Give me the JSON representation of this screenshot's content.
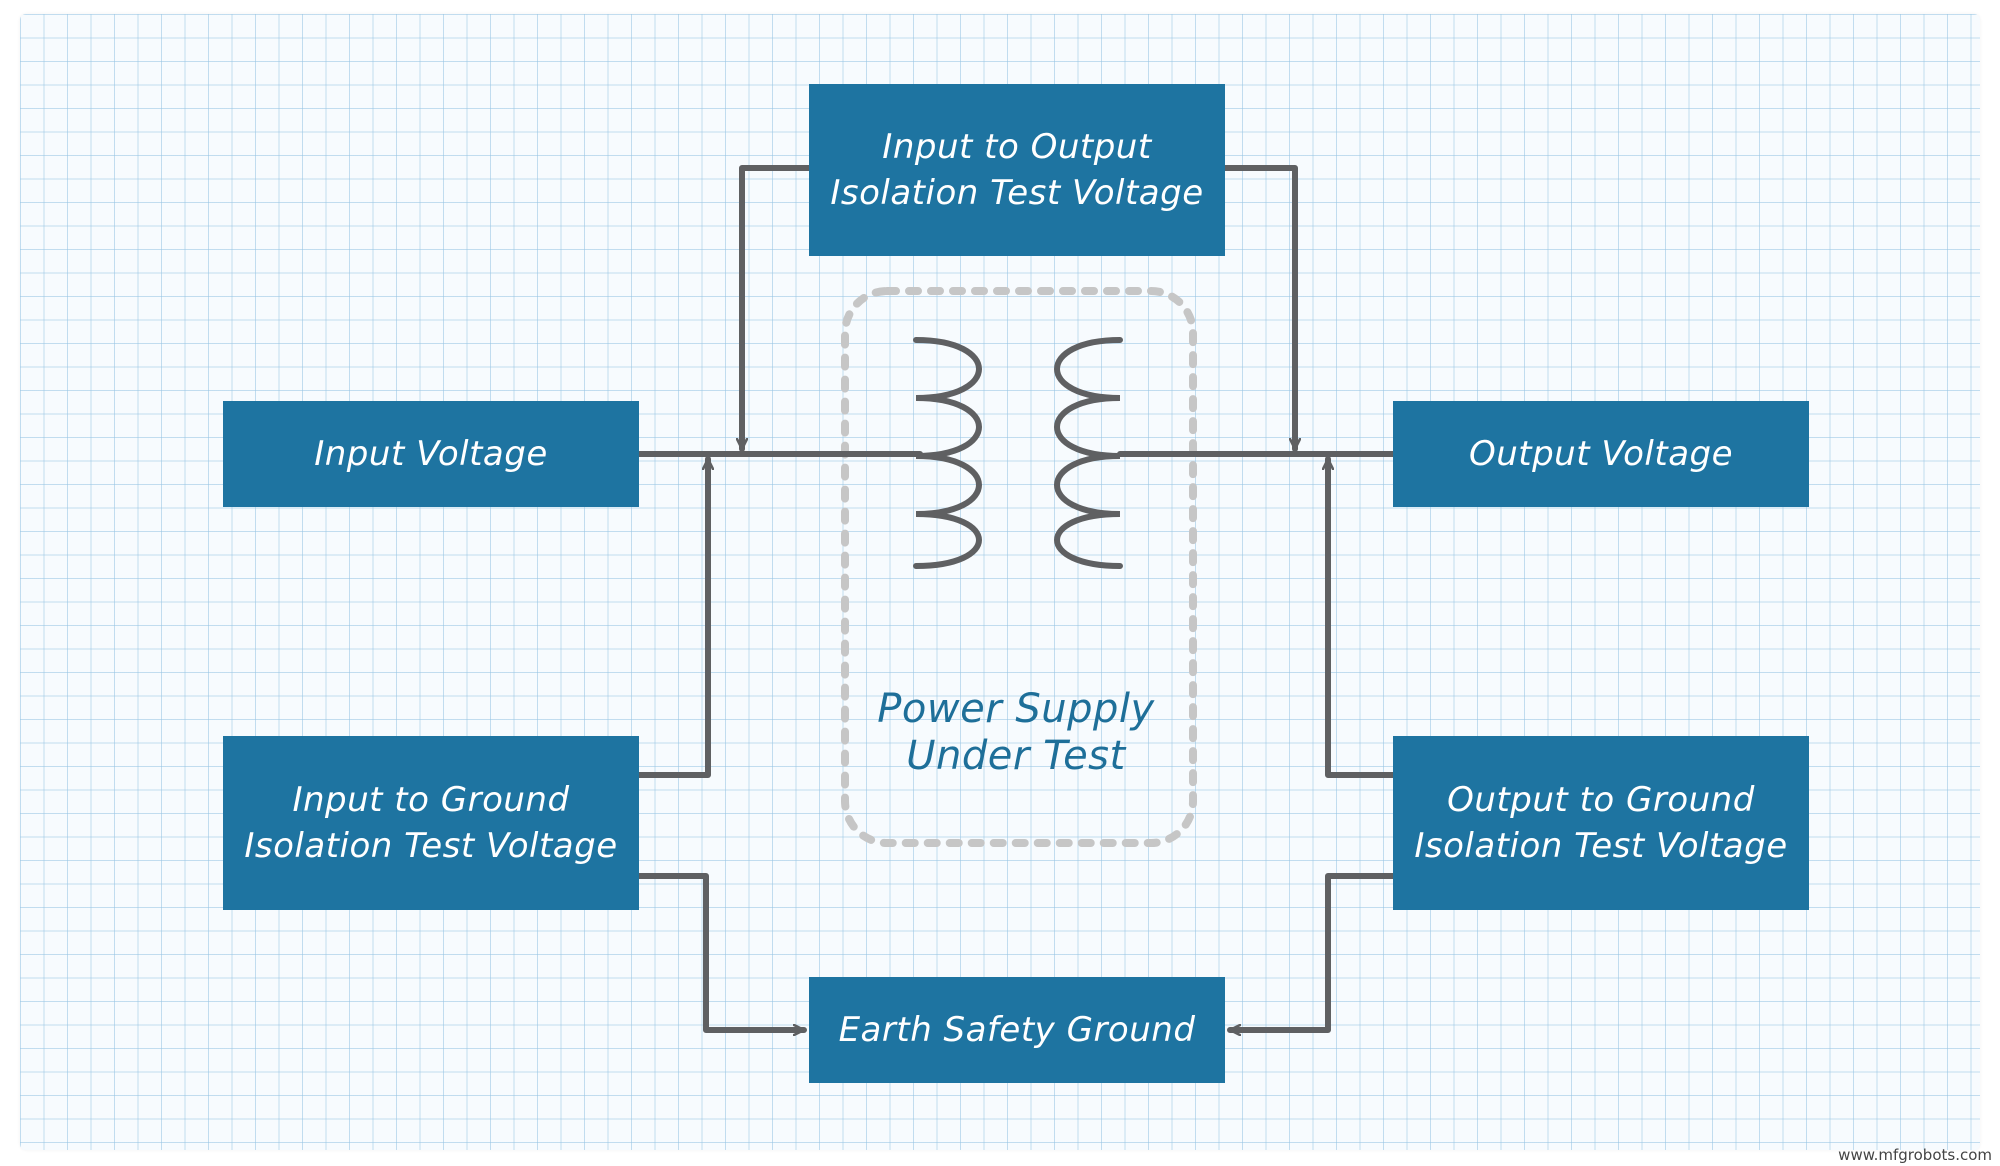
{
  "boxes": {
    "top": "Input to Output\nIsolation Test Voltage",
    "input_voltage": "Input Voltage",
    "output_voltage": "Output Voltage",
    "input_ground": "Input to Ground\nIsolation Test Voltage",
    "output_ground": "Output to Ground\nIsolation Test Voltage",
    "earth": "Earth Safety Ground"
  },
  "center_label": "Power Supply\nUnder Test",
  "watermark": "www.mfgrobots.com",
  "colors": {
    "box_fill": "#1e74a1",
    "box_text": "#ffffff",
    "label_text": "#1e6f99",
    "wire": "#5f6062",
    "dashed_outline": "#c6c6c6",
    "grid": "#96c4e2"
  },
  "icons": [
    "transformer-icon"
  ]
}
